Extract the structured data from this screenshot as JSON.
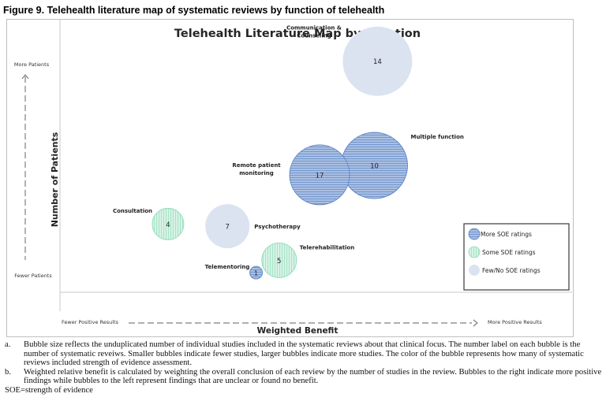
{
  "figure_title": "Figure 9. Telehealth literature map of systematic reviews by function of telehealth",
  "chart_data": {
    "type": "bubble",
    "title": "Telehealth Literature Map by Function",
    "xlabel": "Weighted Benefit",
    "ylabel": "Number of Patients",
    "x_axis_low_label": "Fewer Positive Results",
    "x_axis_high_label": "More Positive Results",
    "y_axis_low_label": "Fewer Patients",
    "y_axis_high_label": "More Patients",
    "xlim": [
      0,
      100
    ],
    "ylim": [
      0,
      100
    ],
    "grid": false,
    "legend_position": "bottom-right",
    "legend": [
      {
        "key": "more",
        "label": "More SOE ratings",
        "color": "#5b82c2",
        "fill": "#a9bfe2",
        "pattern": "horizontal"
      },
      {
        "key": "some",
        "label": "Some SOE ratings",
        "color": "#8fdcb8",
        "fill": "#d6f3e6",
        "pattern": "vertical"
      },
      {
        "key": "few",
        "label": "Few/No SOE ratings",
        "color": "#dbe3f1",
        "fill": "#dbe3f1",
        "pattern": "none"
      }
    ],
    "bubbles": [
      {
        "name": "Communication & Counseling",
        "label_lines": [
          "Communication &",
          "Counseling"
        ],
        "x": 62.0,
        "y": 86.0,
        "reviews": 14,
        "size": 44,
        "soe": "few",
        "label_pos": "left-top"
      },
      {
        "name": "Multiple function",
        "label_lines": [
          "Multiple function"
        ],
        "x": 61.4,
        "y": 47.2,
        "reviews": 10,
        "size": 42,
        "soe": "more",
        "label_pos": "right-top"
      },
      {
        "name": "Remote patient monitoring",
        "label_lines": [
          "Remote patient",
          "monitoring"
        ],
        "x": 50.7,
        "y": 43.7,
        "reviews": 17,
        "size": 38,
        "soe": "more",
        "label_pos": "left"
      },
      {
        "name": "Consultation",
        "label_lines": [
          "Consultation"
        ],
        "x": 21.1,
        "y": 25.4,
        "reviews": 4,
        "size": 20,
        "soe": "some",
        "label_pos": "left-top"
      },
      {
        "name": "Psychotherapy",
        "label_lines": [
          "Psychotherapy"
        ],
        "x": 32.7,
        "y": 24.6,
        "reviews": 7,
        "size": 28,
        "soe": "few",
        "label_pos": "right"
      },
      {
        "name": "Telerehabilitation",
        "label_lines": [
          "Telerehabilitation"
        ],
        "x": 42.8,
        "y": 11.9,
        "reviews": 5,
        "size": 22,
        "soe": "some",
        "label_pos": "right-top"
      },
      {
        "name": "Telementoring",
        "label_lines": [
          "Telementoring"
        ],
        "x": 38.3,
        "y": 7.3,
        "reviews": 1,
        "size": 8,
        "soe": "more",
        "label_pos": "left-top"
      }
    ]
  },
  "notes": [
    {
      "key": "a.",
      "text": "Bubble size reflects the unduplicated number of individual studies included in the systematic reviews about that clinical focus. The number label on each bubble is the number of systematic reveiws. Smaller bubbles indicate fewer studies, larger bubbles indicate more studies. The color of the bubble represents how many of systematic reviews included strength of evidence assessment."
    },
    {
      "key": "b.",
      "text": "Weighted relative benefit is calculated by weighting the overall conclusion of each review by the number of studies in the review. Bubbles to the right indicate more positive findings while bubbles to the left represent findings that are unclear or found no benefit."
    }
  ],
  "abbreviation": "SOE=strength of evidence"
}
